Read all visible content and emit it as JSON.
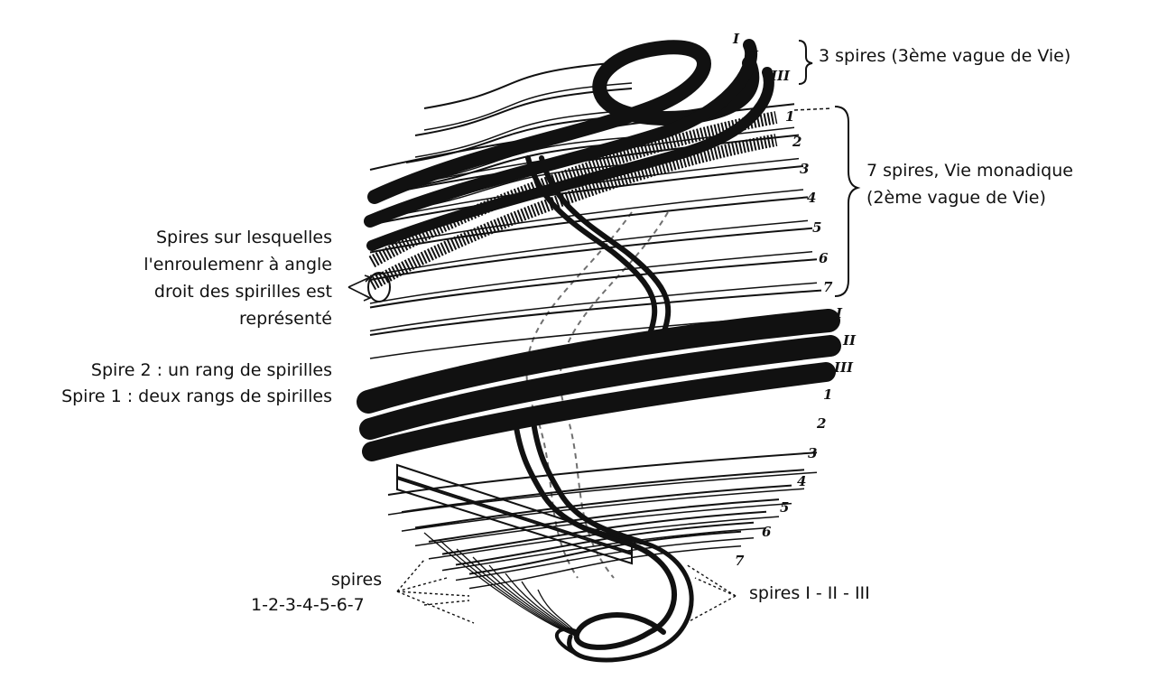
{
  "labels": {
    "top_right": "3 spires (3ème vague de Vie)",
    "mid_right_1": "7 spires, Vie monadique",
    "mid_right_2": "(2ème vague de Vie)",
    "left_1": "Spires sur lesquelles",
    "left_2": "l'enroulemenr à angle",
    "left_3": "droit des spirilles est",
    "left_4": "représenté",
    "spire2": "Spire 2 : un rang de spirilles",
    "spire1": "Spire 1 : deux rangs de spirilles",
    "bottom_left_1": "spires",
    "bottom_left_2": "1-2-3-4-5-6-7",
    "bottom_right": "spires I - II - III"
  },
  "hand_numbers": {
    "top_roman": [
      "I",
      "II",
      "III"
    ],
    "upper_arabic": [
      "1",
      "2",
      "3",
      "4",
      "5",
      "6",
      "7"
    ],
    "mid_roman": [
      "I",
      "II",
      "III"
    ],
    "lower_arabic": [
      "1",
      "2",
      "3",
      "4",
      "5",
      "6",
      "7"
    ]
  },
  "colors": {
    "ink": "#111111",
    "paper": "#ffffff"
  }
}
